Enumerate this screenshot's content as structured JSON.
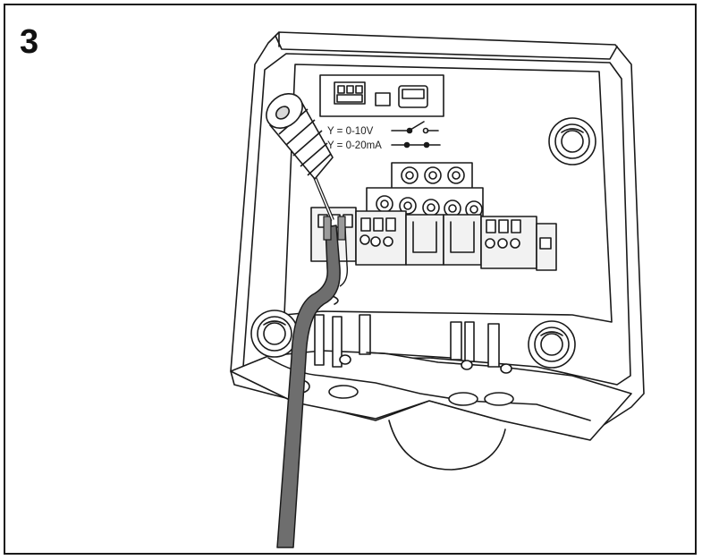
{
  "step": {
    "number": "3"
  },
  "labels": {
    "voltage": "Y = 0-10V",
    "current": "Y = 0-20mA"
  },
  "colors": {
    "line": "#1a1a1a",
    "cable": "#6e6e6e",
    "housing": "#ffffff",
    "terminal": "#f2f2f2"
  }
}
